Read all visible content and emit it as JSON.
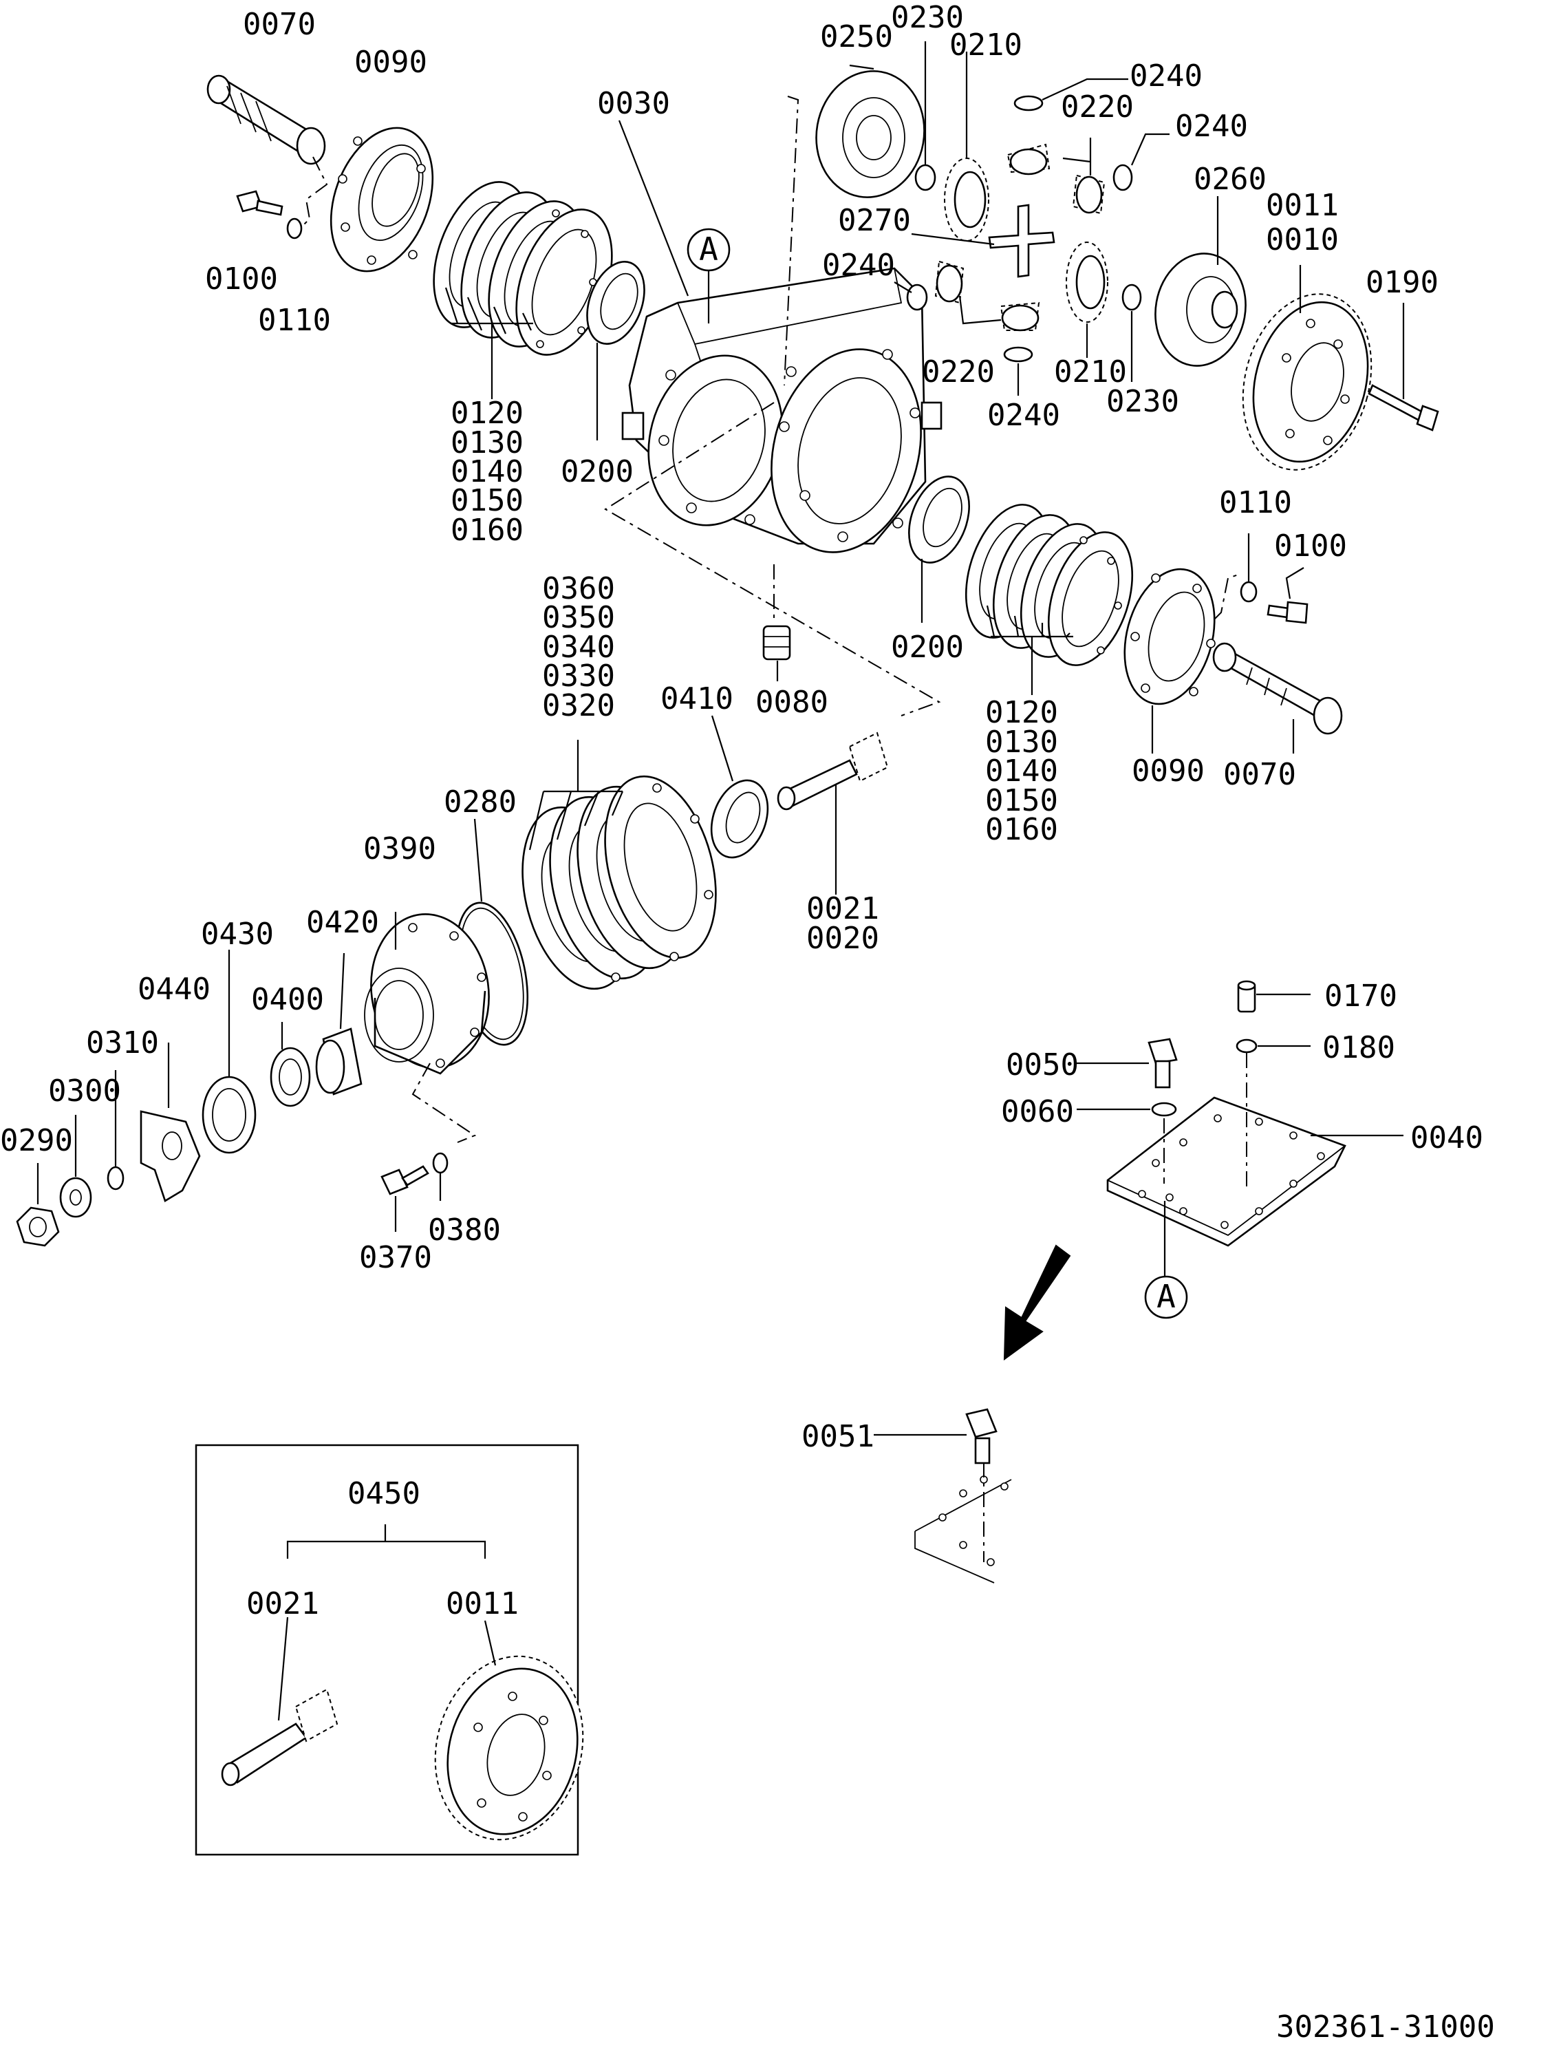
{
  "drawing_number": "302361-31000",
  "reference_mark": "A",
  "inset_title": "0450",
  "labels": {
    "l0070_top": "0070",
    "l0090_top": "0090",
    "l0100_top": "0100",
    "l0110_top": "0110",
    "l0030": "0030",
    "l0250": "0250",
    "l0230_top": "0230",
    "l0210_top": "0210",
    "l0240_a": "0240",
    "l0220_top": "0220",
    "l0240_b": "0240",
    "l0260": "0260",
    "l0011_main": "0011",
    "l0010": "0010",
    "l0190": "0190",
    "l0270": "0270",
    "l0240_c": "0240",
    "l0220_bot": "0220",
    "l0210_bot": "0210",
    "l0230_bot": "0230",
    "l0240_d": "0240",
    "l0120_l": "0120",
    "l0130_l": "0130",
    "l0140_l": "0140",
    "l0150_l": "0150",
    "l0160_l": "0160",
    "l0200_l": "0200",
    "l0110_r": "0110",
    "l0100_r": "0100",
    "l0200_r": "0200",
    "l0360": "0360",
    "l0350": "0350",
    "l0340": "0340",
    "l0330": "0330",
    "l0320": "0320",
    "l0410": "0410",
    "l0080": "0080",
    "l0120_r": "0120",
    "l0130_r": "0130",
    "l0140_r": "0140",
    "l0150_r": "0150",
    "l0160_r": "0160",
    "l0090_r": "0090",
    "l0070_r": "0070",
    "l0280": "0280",
    "l0390": "0390",
    "l0021_main": "0021",
    "l0020": "0020",
    "l0430": "0430",
    "l0420": "0420",
    "l0440": "0440",
    "l0400": "0400",
    "l0310": "0310",
    "l0300": "0300",
    "l0290": "0290",
    "l0370": "0370",
    "l0380": "0380",
    "l0170": "0170",
    "l0050": "0050",
    "l0180": "0180",
    "l0060": "0060",
    "l0040": "0040",
    "l0051": "0051",
    "l0021_inset": "0021",
    "l0011_inset": "0011"
  },
  "icons": {
    "view-arrow": "bold-arrow-down-left",
    "reference-circle": "circled-letter"
  }
}
